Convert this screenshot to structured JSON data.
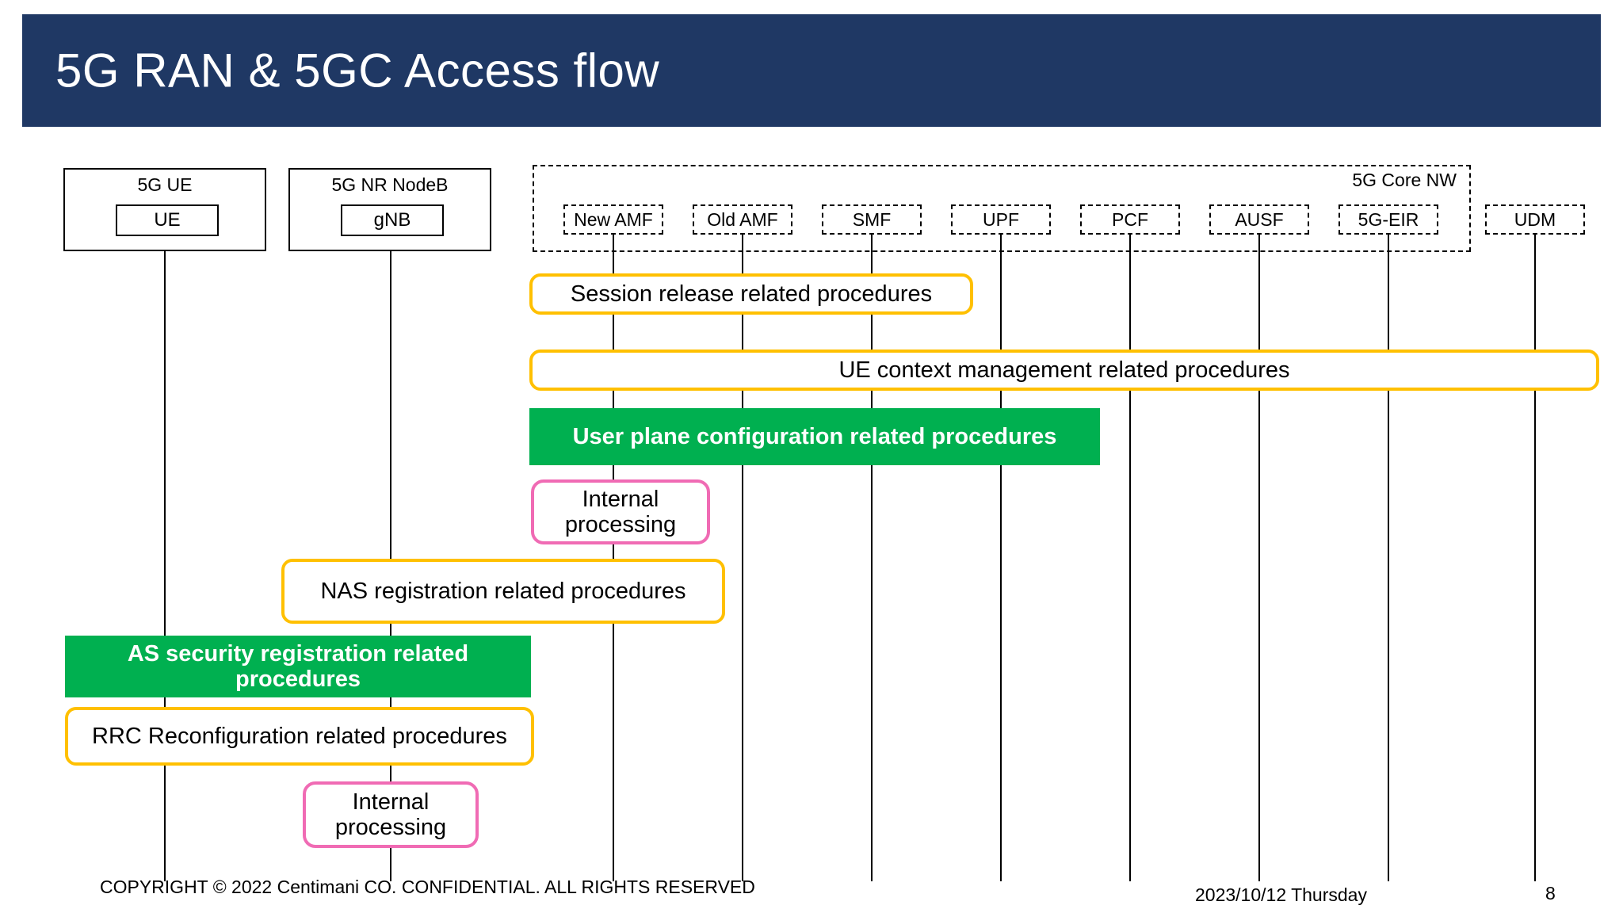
{
  "slide": {
    "title": "5G RAN & 5GC Access flow",
    "colors": {
      "title_bar": "#1F3864",
      "yellow_border": "#FFC000",
      "green_fill": "#00B050",
      "pink_border": "#F06BB4",
      "line": "#000000"
    }
  },
  "entities": {
    "solid": [
      {
        "title": "5G  UE",
        "inner": "UE"
      },
      {
        "title": "5G NR NodeB",
        "inner": "gNB"
      }
    ],
    "core_group_label": "5G Core NW",
    "core_nodes": [
      {
        "label": "New AMF"
      },
      {
        "label": "Old AMF"
      },
      {
        "label": "SMF"
      },
      {
        "label": "UPF"
      },
      {
        "label": "PCF"
      },
      {
        "label": "AUSF"
      },
      {
        "label": "5G-EIR"
      },
      {
        "label": "UDM"
      }
    ]
  },
  "procedures": [
    {
      "id": "session-release",
      "label": "Session release related procedures",
      "style": "yellow"
    },
    {
      "id": "ue-context-management",
      "label": "UE context management related procedures",
      "style": "yellow"
    },
    {
      "id": "user-plane-configuration",
      "label": "User plane configuration related procedures",
      "style": "green"
    },
    {
      "id": "internal-processing-amf",
      "label": "Internal processing",
      "style": "pink"
    },
    {
      "id": "nas-registration",
      "label": "NAS registration related procedures",
      "style": "yellow"
    },
    {
      "id": "as-security-registration",
      "label": "AS security registration related procedures",
      "style": "green"
    },
    {
      "id": "rrc-reconfiguration",
      "label": "RRC Reconfiguration related procedures",
      "style": "yellow"
    },
    {
      "id": "internal-processing-gnb",
      "label": "Internal processing",
      "style": "pink"
    }
  ],
  "footer": {
    "copyright": "COPYRIGHT © 2022 Centimani CO. CONFIDENTIAL. ALL RIGHTS RESERVED",
    "date": "2023/10/12 Thursday",
    "page_number": "8"
  }
}
